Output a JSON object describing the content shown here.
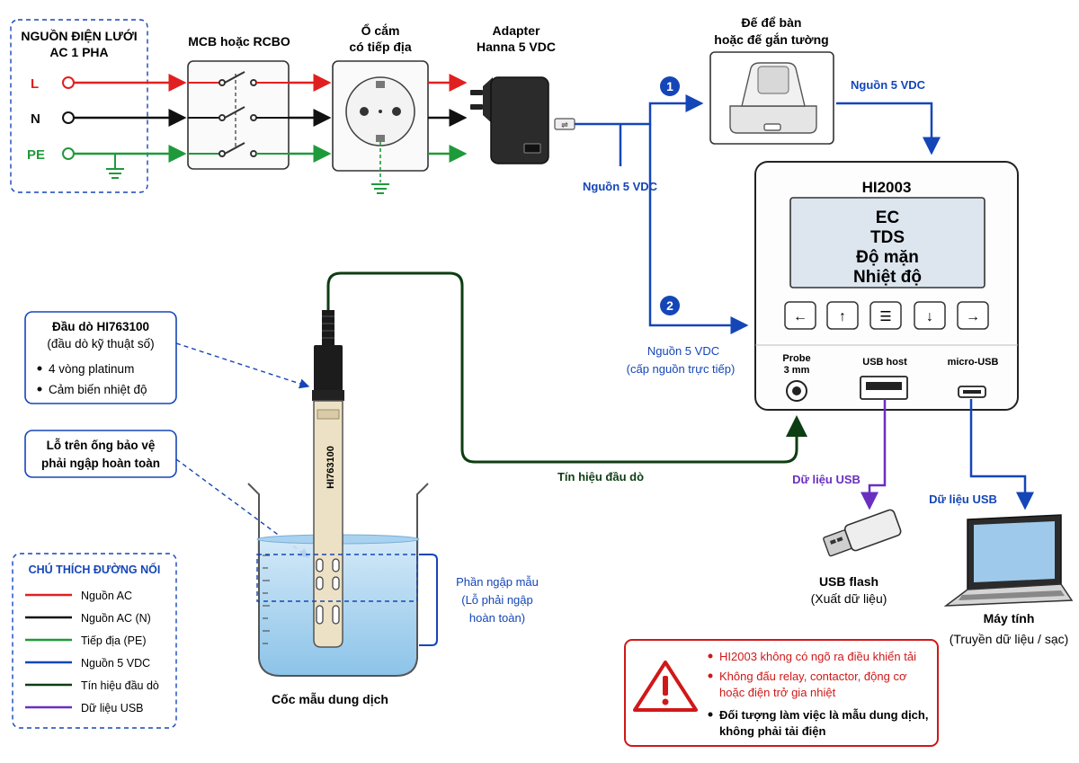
{
  "colors": {
    "ac_live": "#e02020",
    "ac_neutral": "#111111",
    "earth": "#1f9a3a",
    "power_5vdc": "#1446b8",
    "probe_signal": "#0d3d12",
    "usb_data": "#6a2fc0",
    "warning": "#d01818"
  },
  "source": {
    "title_line1": "NGUỒN ĐIỆN LƯỚI",
    "title_line2": "AC 1 PHA",
    "lines": [
      "L",
      "N",
      "PE"
    ]
  },
  "breaker": {
    "label": "MCB hoặc RCBO"
  },
  "socket": {
    "label_line1": "Ổ cắm",
    "label_line2": "có tiếp địa"
  },
  "adapter": {
    "label_line1": "Adapter",
    "label_line2": "Hanna 5 VDC"
  },
  "cradle": {
    "label_line1": "Đế để bàn",
    "label_line2": "hoặc đế gắn tường"
  },
  "meter": {
    "model": "HI2003",
    "display_lines": [
      "EC",
      "TDS",
      "Độ mặn",
      "Nhiệt độ"
    ],
    "buttons": [
      "←",
      "↑",
      "☰",
      "↓",
      "→"
    ],
    "port_probe_line1": "Probe",
    "port_probe_line2": "3 mm",
    "port_usb_host": "USB host",
    "port_micro_usb": "micro-USB"
  },
  "wires": {
    "power_mid_label": "Nguồn 5 VDC",
    "power_to_meter_label": "Nguồn 5 VDC",
    "option1": "1",
    "option2": "2",
    "direct_label_line1": "Nguồn 5 VDC",
    "direct_label_line2": "(cấp nguồn trực tiếp)",
    "probe_signal_label": "Tín hiệu đầu dò",
    "usb_flash_label": "Dữ liệu USB",
    "laptop_label": "Dữ liệu USB"
  },
  "probe_box": {
    "title_line1": "Đầu dò HI763100",
    "title_line2": "(đầu dò kỹ thuật số)",
    "bullets": [
      "4 vòng platinum",
      "Cảm biến nhiệt độ"
    ]
  },
  "hole_box": {
    "line1": "Lỗ trên ống bảo vệ",
    "line2": "phải ngập hoàn toàn"
  },
  "probe_text": "HI763100",
  "immersion": {
    "line1": "Phần ngập mẫu",
    "line2": "(Lỗ phải ngập",
    "line3": "hoàn toàn)"
  },
  "beaker_label": "Cốc mẫu dung dịch",
  "usb_flash": {
    "line1": "USB flash",
    "line2": "(Xuất dữ liệu)"
  },
  "laptop": {
    "line1": "Máy tính",
    "line2": "(Truyền dữ liệu / sạc)"
  },
  "legend": {
    "title": "CHÚ THÍCH ĐƯỜNG NỐI",
    "items": [
      {
        "label": "Nguồn AC",
        "color": "#e02020"
      },
      {
        "label": "Nguồn AC (N)",
        "color": "#111111"
      },
      {
        "label": "Tiếp địa (PE)",
        "color": "#1f9a3a"
      },
      {
        "label": "Nguồn 5 VDC",
        "color": "#1446b8"
      },
      {
        "label": "Tín hiệu đầu dò",
        "color": "#0d3d12"
      },
      {
        "label": "Dữ liệu USB",
        "color": "#6a2fc0"
      }
    ]
  },
  "warning": {
    "items": [
      "HI2003 không có ngõ ra điều khiển tải",
      "Không đấu relay, contactor, động cơ",
      "hoặc điện trở gia nhiệt",
      "Đối tượng làm việc là mẫu dung dịch,",
      "không phải tải điện"
    ]
  }
}
